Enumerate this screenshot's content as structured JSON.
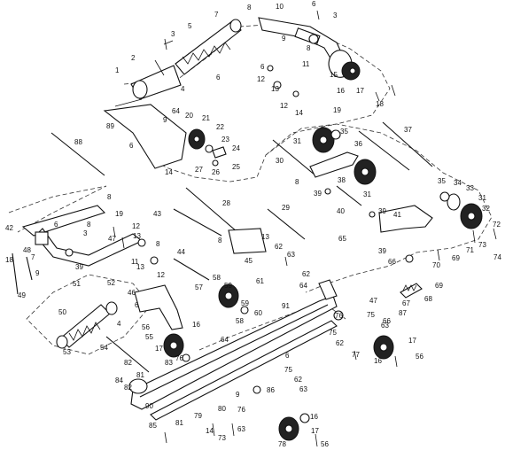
{
  "diagram": {
    "callouts": [
      "1",
      "2",
      "3",
      "4",
      "5",
      "6",
      "7",
      "8",
      "9",
      "10",
      "11",
      "12",
      "13",
      "14",
      "15",
      "16",
      "17",
      "18",
      "19",
      "20",
      "21",
      "22",
      "23",
      "24",
      "25",
      "26",
      "27",
      "28",
      "29",
      "30",
      "31",
      "32",
      "33",
      "34",
      "35",
      "36",
      "37",
      "38",
      "39",
      "40",
      "41",
      "42",
      "43",
      "44",
      "45",
      "46",
      "47",
      "48",
      "49",
      "50",
      "51",
      "52",
      "53",
      "54",
      "55",
      "56",
      "57",
      "58",
      "59",
      "60",
      "61",
      "62",
      "63",
      "64",
      "65",
      "66",
      "67",
      "68",
      "69",
      "70",
      "71",
      "72",
      "73",
      "74",
      "75",
      "76",
      "77",
      "78",
      "79",
      "80",
      "81",
      "82",
      "83",
      "84",
      "85",
      "86",
      "87",
      "88",
      "89",
      "90",
      "91"
    ]
  }
}
